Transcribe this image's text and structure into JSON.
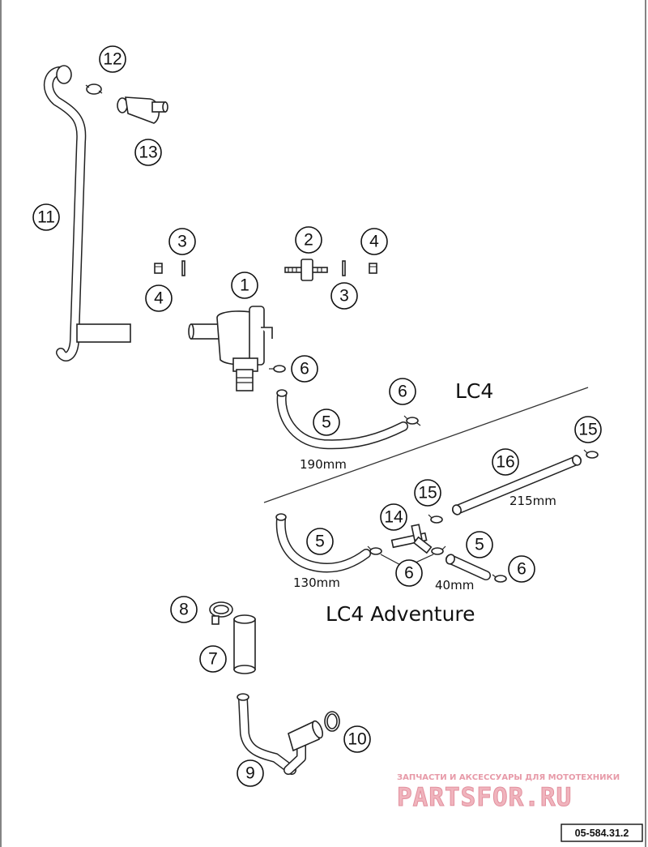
{
  "callouts": [
    {
      "number": "1"
    },
    {
      "number": "2"
    },
    {
      "number": "3"
    },
    {
      "number": "3"
    },
    {
      "number": "4"
    },
    {
      "number": "4"
    },
    {
      "number": "5"
    },
    {
      "number": "5"
    },
    {
      "number": "5"
    },
    {
      "number": "6"
    },
    {
      "number": "6"
    },
    {
      "number": "6"
    },
    {
      "number": "6"
    },
    {
      "number": "7"
    },
    {
      "number": "8"
    },
    {
      "number": "9"
    },
    {
      "number": "10"
    },
    {
      "number": "11"
    },
    {
      "number": "12"
    },
    {
      "number": "13"
    },
    {
      "number": "14"
    },
    {
      "number": "15"
    },
    {
      "number": "15"
    },
    {
      "number": "16"
    }
  ],
  "dimensions": {
    "hose_lc4": "190mm",
    "hose_adv_a": "130mm",
    "hose_adv_b": "40mm",
    "hose_adv_long": "215mm"
  },
  "variants": {
    "lc4": "LC4",
    "adventure": "LC4 Adventure"
  },
  "watermark": {
    "tagline": "ЗАПЧАСТИ И АКСЕССУАРЫ ДЛЯ МОТОТЕХНИКИ",
    "brand": "PARTSFOR.RU"
  },
  "reference": "05-584.31.2"
}
